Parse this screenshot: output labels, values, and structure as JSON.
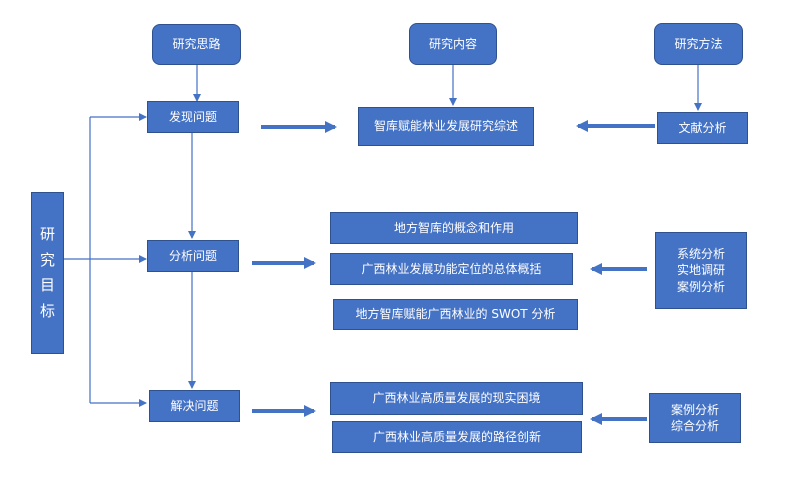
{
  "headers": {
    "idea": "研究思路",
    "content": "研究内容",
    "method": "研究方法"
  },
  "goal": {
    "chars": [
      "研",
      "究",
      "目",
      "标"
    ]
  },
  "steps": {
    "discover": "发现问题",
    "analyze": "分析问题",
    "solve": "解决问题"
  },
  "contents": {
    "review": "智库赋能林业发展研究综述",
    "concept": "地方智库的概念和作用",
    "positioning": "广西林业发展功能定位的总体概括",
    "swot": "地方智库赋能广西林业的 SWOT 分析",
    "dilemma": "广西林业高质量发展的现实困境",
    "innovation": "广西林业高质量发展的路径创新"
  },
  "methods": {
    "literature": "文献分析",
    "group2": [
      "系统分析",
      "实地调研",
      "案例分析"
    ],
    "group3": [
      "案例分析",
      "综合分析"
    ]
  },
  "colors": {
    "box_fill": "#4472c4",
    "box_border": "#2f528f",
    "arrow": "#4472c4"
  }
}
